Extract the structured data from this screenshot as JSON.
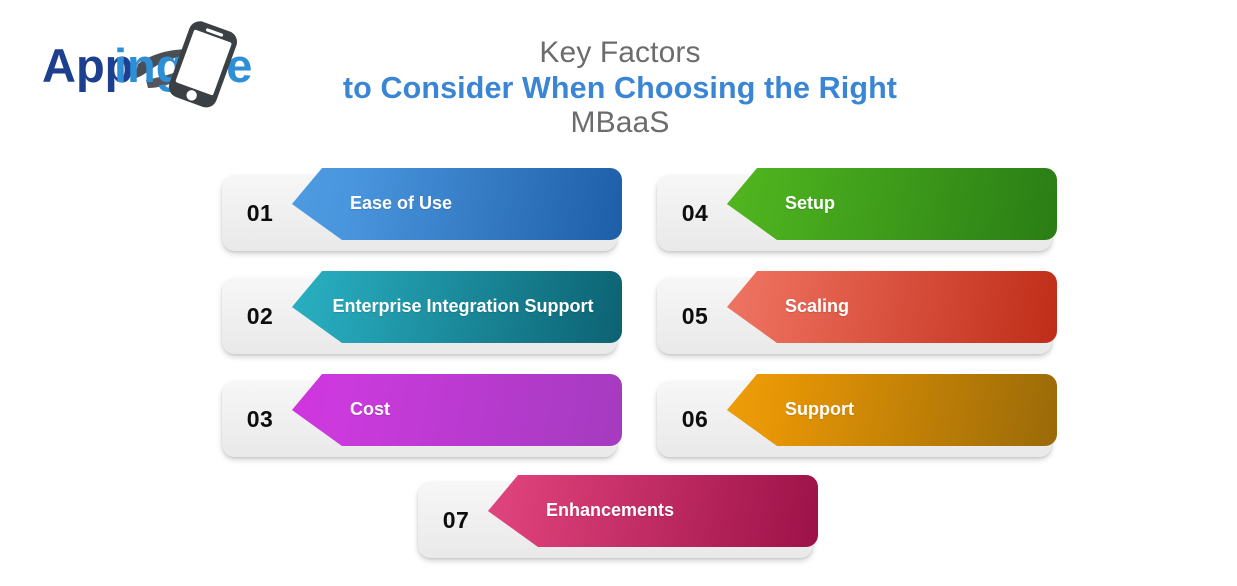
{
  "logo": {
    "name": "Appingine",
    "word_part_1": "App",
    "word_part_2": "ingine",
    "icon": "smartphone-icon",
    "text_color_dark": "#1d3f8f",
    "text_color_light": "#2e8fd6",
    "device_color": "#3b4044"
  },
  "title": {
    "line1": "Key Factors",
    "line2": "to Consider When Choosing the Right",
    "line3": "MBaaS",
    "line1_color": "#6c6c6c",
    "line2_color": "#3b86d4",
    "line3_color": "#6c6c6c"
  },
  "cards": [
    {
      "number": "01",
      "label": "Ease of Use",
      "color_from": "#4f9de3",
      "color_to": "#1e5ea8",
      "multiline": false
    },
    {
      "number": "02",
      "label": "Enterprise Integration Support",
      "color_from": "#2ab4c6",
      "color_to": "#0c6272",
      "multiline": true
    },
    {
      "number": "03",
      "label": "Cost",
      "color_from": "#d22ee0",
      "color_to": "#a43bbf",
      "multiline": false
    },
    {
      "number": "04",
      "label": "Setup",
      "color_from": "#55b820",
      "color_to": "#2a7d15",
      "multiline": false
    },
    {
      "number": "05",
      "label": "Scaling",
      "color_from": "#f0796a",
      "color_to": "#bf2d18",
      "multiline": false
    },
    {
      "number": "06",
      "label": "Support",
      "color_from": "#f0a00c",
      "color_to": "#9a6a08",
      "multiline": false
    },
    {
      "number": "07",
      "label": "Enhancements",
      "color_from": "#e04a84",
      "color_to": "#9c1248",
      "multiline": false
    }
  ],
  "page": {
    "background_color": "#ffffff",
    "plate_color": "#efefef"
  }
}
